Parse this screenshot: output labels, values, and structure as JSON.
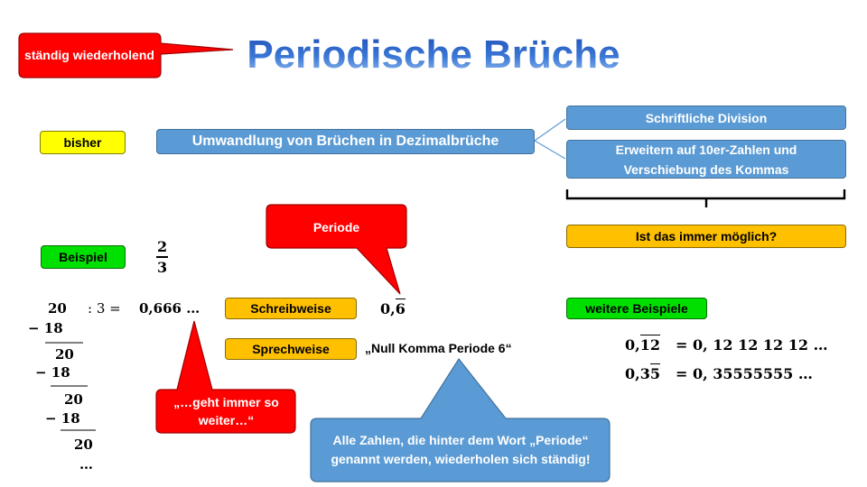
{
  "title": "Periodische Brüche",
  "callout_title": "ständig wiederholend",
  "bisher": "bisher",
  "umwandlung": "Umwandlung von Brüchen in Dezimalbrüche",
  "methods": [
    "Schriftliche Division",
    "Erweitern auf 10er-Zahlen und Verschiebung des Kommas"
  ],
  "frage": "Ist das immer möglich?",
  "beispiel": "Beispiel",
  "fraction": {
    "num": "2",
    "den": "3"
  },
  "periode_callout": "Periode",
  "division": {
    "dividend": "20",
    "divisor": ": 3 =",
    "result": "0,666 …",
    "subtract": [
      "− 18",
      "− 18",
      "− 18"
    ],
    "remainders": [
      "20",
      "20",
      "20"
    ],
    "ellipsis": "…"
  },
  "schreibweise": "Schreibweise",
  "notation": {
    "int": "0,",
    "period": "6"
  },
  "sprechweise": "Sprechweise",
  "spoken": "„Null Komma Periode 6“",
  "geht_callout": "„…geht immer so weiter…“",
  "weitere": "weitere Beispiele",
  "examples": [
    {
      "int": "0,",
      "pre": "",
      "period": "12",
      "expanded": "= 0, 12 12 12 12 …"
    },
    {
      "int": "0,",
      "pre": "3",
      "period": "5",
      "expanded": "= 0, 35555555 …"
    }
  ],
  "explanation": "Alle Zahlen, die hinter dem Wort „Periode“ genannt werden, wiederholen sich ständig!",
  "colors": {
    "red": "#ff0000",
    "blue": "#5b9bd5",
    "yellow": "#ffff00",
    "orange": "#ffc000",
    "green": "#00e000",
    "title": "#2a62c9"
  }
}
